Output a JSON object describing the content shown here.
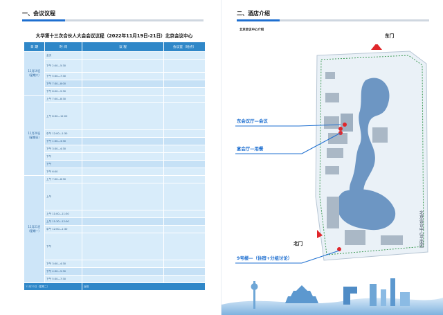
{
  "left": {
    "section_no": "一、",
    "section_title": "会议议程",
    "agenda_title": "大华第十三次合伙人大会会议议程（2022年11月19日-21日）北京会议中心",
    "table": {
      "headers": [
        "日 期",
        "时 间",
        "议 程",
        "会议室（地点）"
      ],
      "days": [
        {
          "date": "11月19日（星期六）",
          "rows": [
            {
              "time": "全天",
              "item": "",
              "room": "",
              "cls": ""
            },
            {
              "time": "下午 2:00—5:30",
              "item": "",
              "room": "",
              "cls": "mid"
            },
            {
              "time": "下午 5:30—7:30",
              "item": "",
              "room": "",
              "cls": ""
            },
            {
              "time": "下午 7:30—8:00",
              "item": "",
              "room": "",
              "cls": "alt"
            },
            {
              "time": "下午 8:00—9:30",
              "item": "",
              "room": "",
              "cls": ""
            }
          ]
        },
        {
          "date": "11月20日（星期日）",
          "rows": [
            {
              "time": "上午 7:00—8:30",
              "item": "",
              "room": "",
              "cls": ""
            },
            {
              "time": "上午 8:30—12:00",
              "item": "",
              "room": "",
              "cls": "tall"
            },
            {
              "time": "中午 12:00—1:30",
              "item": "",
              "room": "",
              "cls": ""
            },
            {
              "time": "下午 1:30—3:30",
              "item": "",
              "room": "",
              "cls": "alt"
            },
            {
              "time": "下午 3:30—4:30",
              "item": "",
              "room": "",
              "cls": ""
            },
            {
              "time": "下午",
              "item": "",
              "room": "",
              "cls": ""
            },
            {
              "time": "下午",
              "item": "",
              "room": "",
              "cls": "alt"
            },
            {
              "time": "下午 6:00",
              "item": "",
              "room": "",
              "cls": ""
            }
          ]
        },
        {
          "date": "11月21日（星期一）",
          "rows": [
            {
              "time": "上午 7:00—8:30",
              "item": "",
              "room": "",
              "cls": ""
            },
            {
              "time": "上午",
              "item": "",
              "room": "",
              "cls": "tall"
            },
            {
              "time": "上午 11:00—11:30",
              "item": "",
              "room": "",
              "cls": ""
            },
            {
              "time": "上午 11:30—12:00",
              "item": "",
              "room": "",
              "cls": "alt"
            },
            {
              "time": "中午 12:00—1:30",
              "item": "",
              "room": "",
              "cls": ""
            },
            {
              "time": "下午",
              "item": "",
              "room": "",
              "cls": "tall"
            },
            {
              "time": "下午 3:00—4:30",
              "item": "",
              "room": "",
              "cls": ""
            },
            {
              "time": "下午 4:30—5:30",
              "item": "",
              "room": "",
              "cls": "alt"
            },
            {
              "time": "下午 5:30—7:30",
              "item": "",
              "room": "",
              "cls": ""
            }
          ]
        }
      ],
      "footer": {
        "date": "11月22日（星期二）",
        "item": "返程"
      }
    }
  },
  "right": {
    "section_no": "二、",
    "section_title": "酒店介绍",
    "intro_title": "北京会议中心介绍",
    "intro_text": "",
    "labels": {
      "east_gate": "东门",
      "north_gate": "北门",
      "east_hall": "东会议厅—会议",
      "banquet_hall": "宴会厅—用餐",
      "building9": "9号楼—（住宿+分组讨论）",
      "map_title": "北京会议中心平面图"
    },
    "colors": {
      "accent": "#1e6fd0",
      "pin": "#e0262b",
      "table_header": "#2f87c8",
      "table_row": "#d8ecfa"
    }
  }
}
